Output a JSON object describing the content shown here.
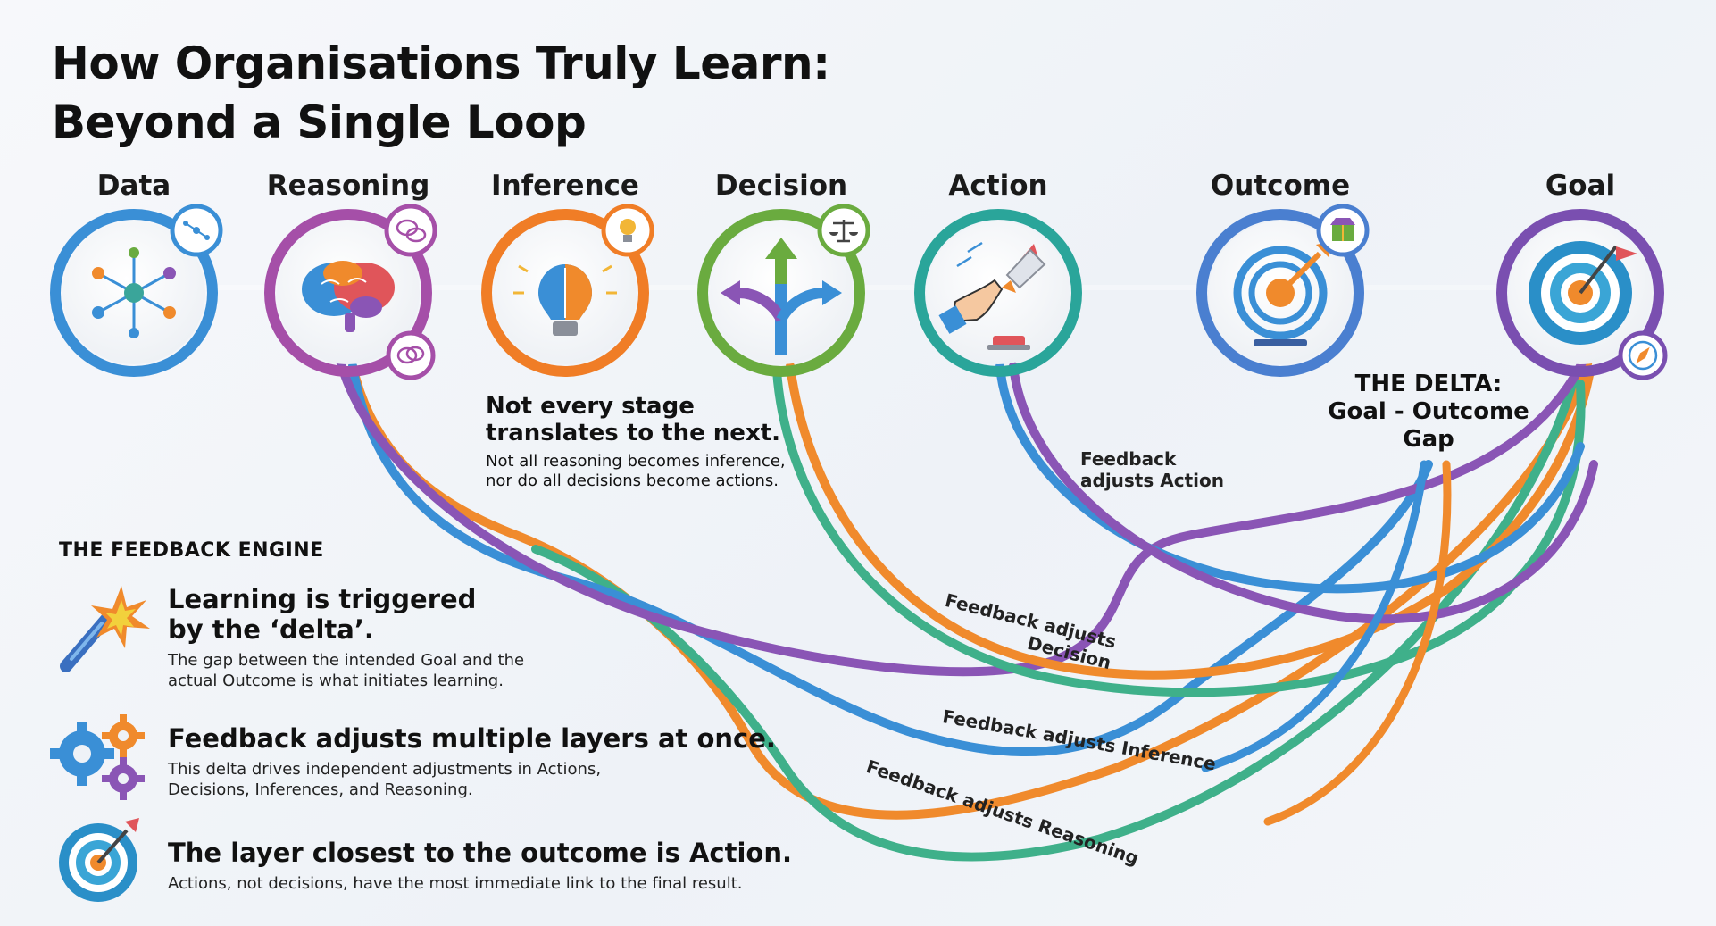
{
  "title": {
    "line1": "How Organisations Truly Learn:",
    "line2": "Beyond a Single Loop"
  },
  "stages": [
    {
      "label": "Data",
      "icon": "network-nodes-icon",
      "badge": "network-icon",
      "color": "#3a8fd6"
    },
    {
      "label": "Reasoning",
      "icon": "brain-icon",
      "badge": "speech-bubbles-icon",
      "color": "#a54fa8"
    },
    {
      "label": "Inference",
      "icon": "brain-lightbulb-icon",
      "badge": "lightbulb-icon",
      "color": "#f07d26"
    },
    {
      "label": "Decision",
      "icon": "diverging-arrows-icon",
      "badge": "scales-icon",
      "color": "#6aab3f"
    },
    {
      "label": "Action",
      "icon": "hand-pressing-button-rocket-icon",
      "badge": "",
      "color": "#2aa59a"
    },
    {
      "label": "Outcome",
      "icon": "target-arrow-icon",
      "badge": "box-icon",
      "color": "#5a69c9"
    },
    {
      "label": "Goal",
      "icon": "target-flag-icon",
      "badge": "compass-icon",
      "color": "#7a4fb0"
    }
  ],
  "note": {
    "headline_line1": "Not every stage",
    "headline_line2": "translates to the next.",
    "body_line1": "Not all reasoning becomes inference,",
    "body_line2": "nor do all decisions become actions."
  },
  "delta": {
    "line1": "THE DELTA:",
    "line2": "Goal - Outcome",
    "line3": "Gap"
  },
  "feedback_labels": {
    "action": [
      "Feedback",
      "adjusts Action"
    ],
    "decision": [
      "Feedback adjusts",
      "Decision"
    ],
    "inference": "Feedback adjusts Inference",
    "reasoning": "Feedback adjusts Reasoning"
  },
  "engine": {
    "title": "THE FEEDBACK ENGINE",
    "points": [
      {
        "icon": "magic-wand-spark-icon",
        "headline_line1": "Learning is triggered",
        "headline_line2": "by the ‘delta’.",
        "body_line1": "The gap between the intended Goal and the",
        "body_line2": "actual Outcome is what initiates learning."
      },
      {
        "icon": "gears-icon",
        "headline_line1": "Feedback adjusts multiple layers at once.",
        "headline_line2": "",
        "body_line1": "This delta drives independent adjustments in Actions,",
        "body_line2": "Decisions, Inferences, and Reasoning."
      },
      {
        "icon": "target-icon",
        "headline_line1": "The layer closest to the outcome is Action.",
        "headline_line2": "",
        "body_line1": "Actions, not decisions, have the most immediate link to the final result.",
        "body_line2": ""
      }
    ]
  },
  "colors": {
    "blue": "#3a8fd6",
    "purple": "#8a55b5",
    "orange": "#f08a2c",
    "green": "#3fb08a",
    "text": "#111111"
  }
}
